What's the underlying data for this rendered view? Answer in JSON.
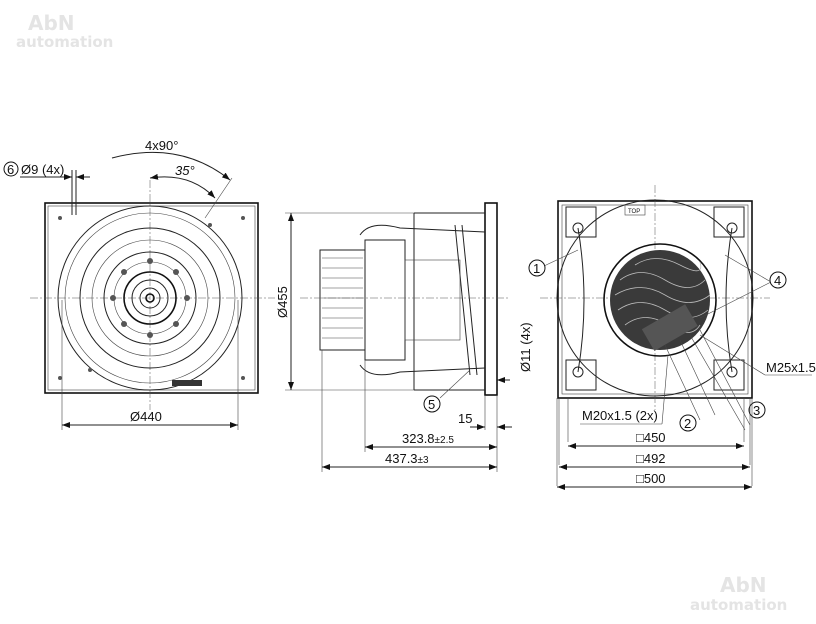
{
  "watermark": {
    "line1": "AbN",
    "line2": "automation"
  },
  "front_view": {
    "hole_label": "Ø9 (4x)",
    "hole_callout": "6",
    "angle_pattern": "4x90°",
    "angle_offset": "35°",
    "diameter": "Ø440"
  },
  "side_view": {
    "diameter": "Ø455",
    "flange_thickness": "15",
    "length_inlet": "323.8",
    "length_inlet_tol": "±2.5",
    "length_total": "437.3",
    "length_total_tol": "±3",
    "hole_label": "Ø11 (4x)",
    "callout": "5"
  },
  "rear_view": {
    "callouts": [
      "1",
      "4",
      "2",
      "3"
    ],
    "cable_gland_large": "M25x1.5",
    "cable_gland_small": "M20x1.5 (2x)",
    "square_450": "□450",
    "square_492": "□492",
    "square_500": "□500",
    "top_label": "TOP"
  }
}
